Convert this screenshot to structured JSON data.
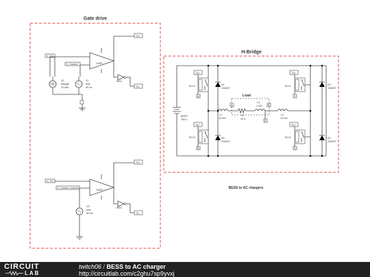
{
  "sections": {
    "gate_drive": "Gate drive",
    "h_bridge": "H-Bridge",
    "load": "Load",
    "caption": "BESS to AC chargers"
  },
  "gate_drive_upper": {
    "net_in_pos": "V_Tri",
    "net_in_neg": "V_Control",
    "comparator": "CMP1",
    "v2": [
      "V2",
      "triangle",
      "20 kHz"
    ],
    "v1": [
      "V1",
      "sine",
      "50 Hz"
    ],
    "inverter": "INV1",
    "out_top": "T1+",
    "out_bottom": "T4-"
  },
  "gate_drive_lower": {
    "net_in_pos": "V_Tri",
    "net_in_neg": "V_Control_inverse",
    "comparator": "CMP2",
    "v3": [
      "V3",
      "sine",
      "50 Hz"
    ],
    "inverter": "INV2",
    "out_top": "T3+",
    "out_bottom": "T2-"
  },
  "h_bridge": {
    "bess": [
      "BESS",
      "780 V"
    ],
    "relays": [
      "RLY2",
      "RLY4",
      "RLY1",
      "RLY3"
    ],
    "diodes": [
      [
        "D1",
        "1N4007"
      ],
      [
        "D4",
        "1N4007"
      ],
      [
        "D3",
        "1N4007"
      ],
      [
        "D2",
        "1N4007"
      ]
    ],
    "gates": [
      "T1+",
      "T4+",
      "T3+",
      "T2+"
    ],
    "grounds": [
      "A",
      "B",
      "C",
      "D",
      "E"
    ],
    "l1": [
      "L1",
      "10 mH"
    ],
    "l2": [
      "L2",
      "10 mH"
    ],
    "r1": [
      "R1",
      "40 Ω"
    ],
    "l3": [
      "L3",
      "1 mH"
    ],
    "load_nodes": [
      "A",
      "B"
    ]
  },
  "footer": {
    "logo_top": "CIRCUIT",
    "logo_bottom": "LAB",
    "author": "twitch06",
    "separator": " / ",
    "title": "BESS to AC charger",
    "url": "http://circuitlab.com/c2ghu7sp9yvxj"
  }
}
